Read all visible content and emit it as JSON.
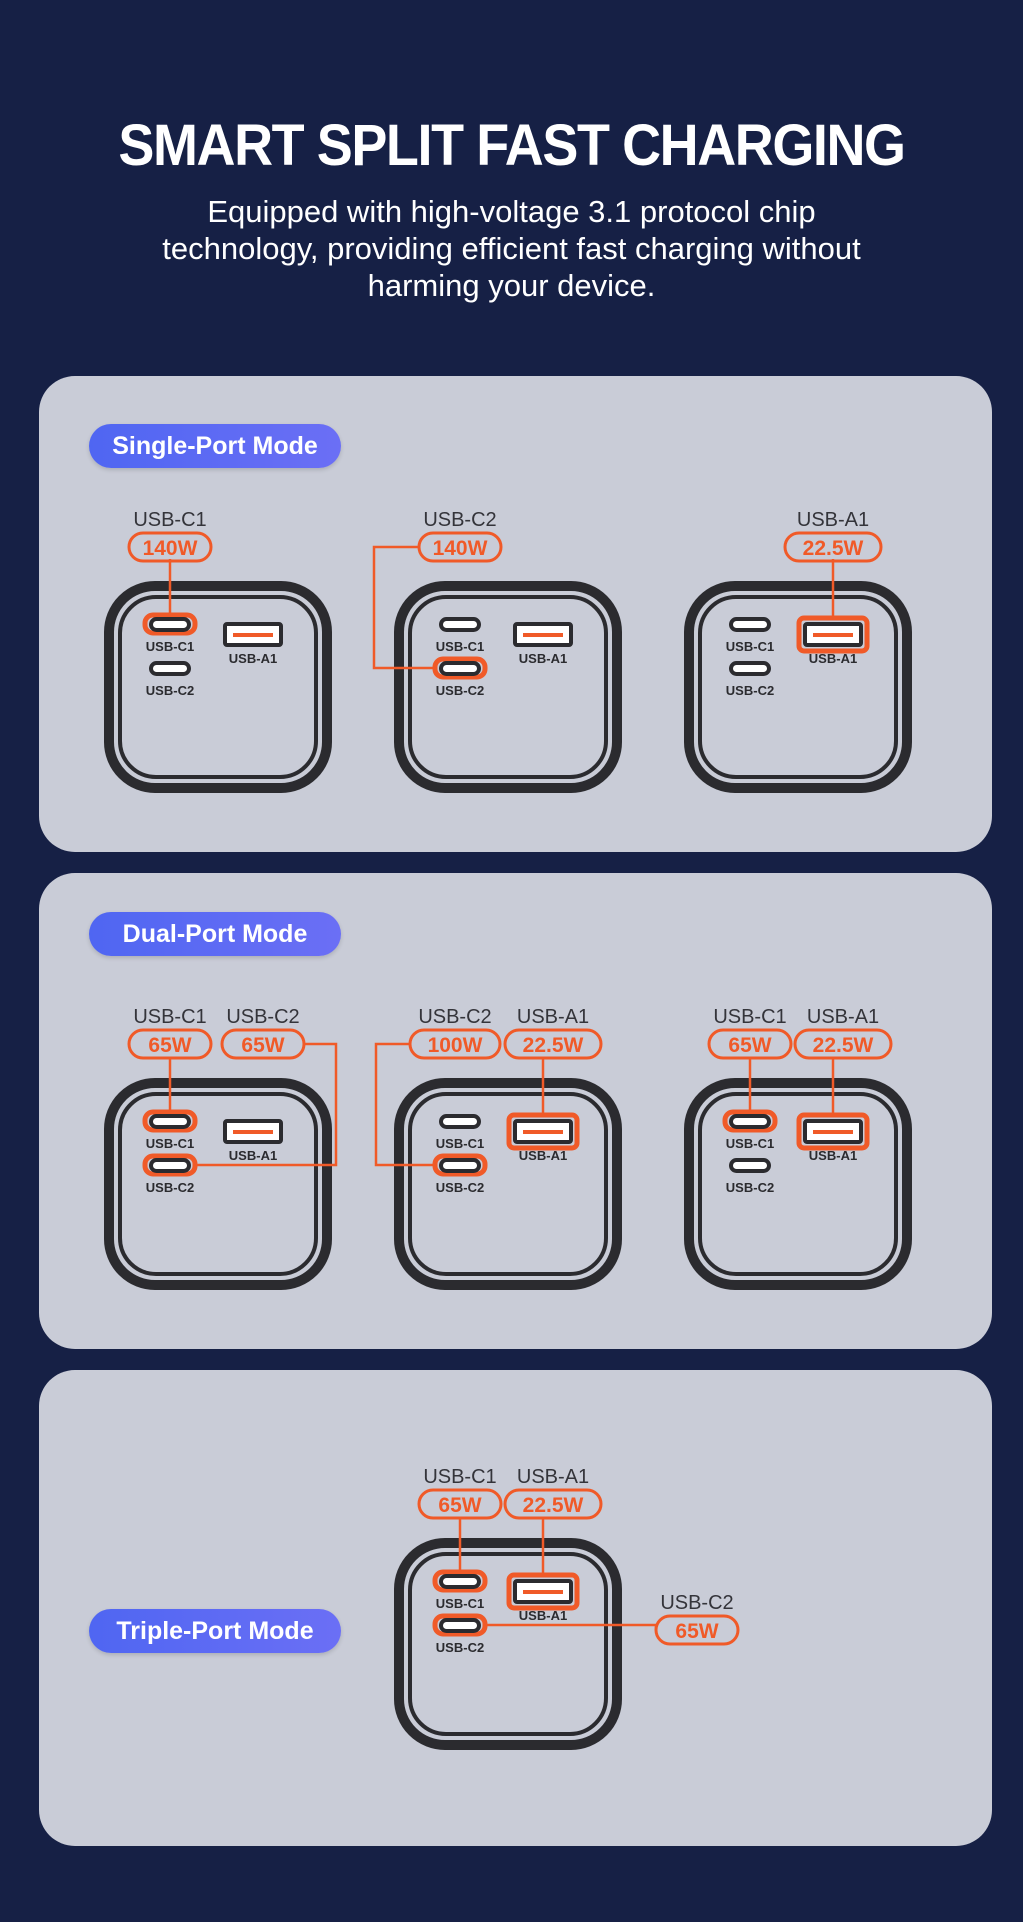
{
  "title": "SMART SPLIT FAST CHARGING",
  "subtitle_lines": [
    "Equipped with high-voltage 3.1 protocol chip",
    "technology, providing efficient fast charging without",
    "harming your device."
  ],
  "port_labels": {
    "c1": "USB-C1",
    "c2": "USB-C2",
    "a1": "USB-A1"
  },
  "colors": {
    "background": "#162045",
    "panel": "#c9ccd7",
    "accent_orange": "#f05a28",
    "charger_outline": "#2b2b2f",
    "pill_gradient": [
      "#4f66f2",
      "#6b6ff5"
    ]
  },
  "modes": [
    {
      "name": "Single-Port Mode",
      "configs": [
        {
          "active": [
            "c1"
          ],
          "labels": [
            {
              "port": "USB-C1",
              "watts": "140W"
            }
          ]
        },
        {
          "active": [
            "c2"
          ],
          "labels": [
            {
              "port": "USB-C2",
              "watts": "140W"
            }
          ]
        },
        {
          "active": [
            "a1"
          ],
          "labels": [
            {
              "port": "USB-A1",
              "watts": "22.5W"
            }
          ]
        }
      ]
    },
    {
      "name": "Dual-Port Mode",
      "configs": [
        {
          "active": [
            "c1",
            "c2"
          ],
          "labels": [
            {
              "port": "USB-C1",
              "watts": "65W"
            },
            {
              "port": "USB-C2",
              "watts": "65W"
            }
          ]
        },
        {
          "active": [
            "c2",
            "a1"
          ],
          "labels": [
            {
              "port": "USB-C2",
              "watts": "100W"
            },
            {
              "port": "USB-A1",
              "watts": "22.5W"
            }
          ]
        },
        {
          "active": [
            "c1",
            "a1"
          ],
          "labels": [
            {
              "port": "USB-C1",
              "watts": "65W"
            },
            {
              "port": "USB-A1",
              "watts": "22.5W"
            }
          ]
        }
      ]
    },
    {
      "name": "Triple-Port Mode",
      "configs": [
        {
          "active": [
            "c1",
            "a1",
            "c2"
          ],
          "labels": [
            {
              "port": "USB-C1",
              "watts": "65W"
            },
            {
              "port": "USB-A1",
              "watts": "22.5W"
            },
            {
              "port": "USB-C2",
              "watts": "65W"
            }
          ]
        }
      ]
    }
  ]
}
